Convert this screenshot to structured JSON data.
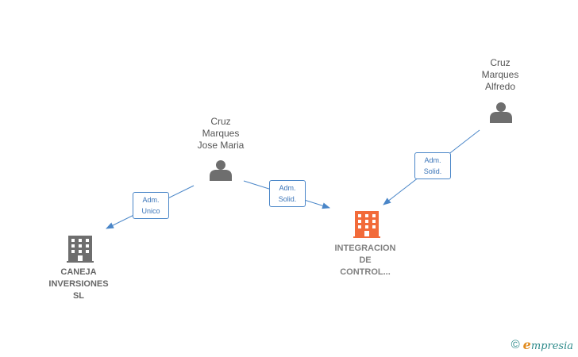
{
  "nodes": {
    "person_jose": {
      "name": "Cruz\nMarques\nJose Maria",
      "icon": "person-icon"
    },
    "person_alfredo": {
      "name": "Cruz\nMarques\nAlfredo",
      "icon": "person-icon"
    },
    "company_caneja": {
      "name": "CANEJA\nINVERSIONES\nSL",
      "icon": "building-icon"
    },
    "company_integracion": {
      "name": "INTEGRACION\nDE\nCONTROL...",
      "icon": "building-icon"
    }
  },
  "edges": {
    "jose_to_caneja": {
      "label": "Adm.\nUnico"
    },
    "jose_to_integracion": {
      "label": "Adm.\nSolid."
    },
    "alfredo_to_integracion": {
      "label": "Adm.\nSolid."
    }
  },
  "footer": {
    "copyright_symbol": "©",
    "brand_initial": "e",
    "brand_rest": "mpresia"
  },
  "colors": {
    "edge": "#4a86c8",
    "person_icon": "#6e6e6e",
    "company_icon": "#6e6e6e",
    "focus_company_icon": "#f26b3a",
    "brand": "#2d8a8a"
  }
}
